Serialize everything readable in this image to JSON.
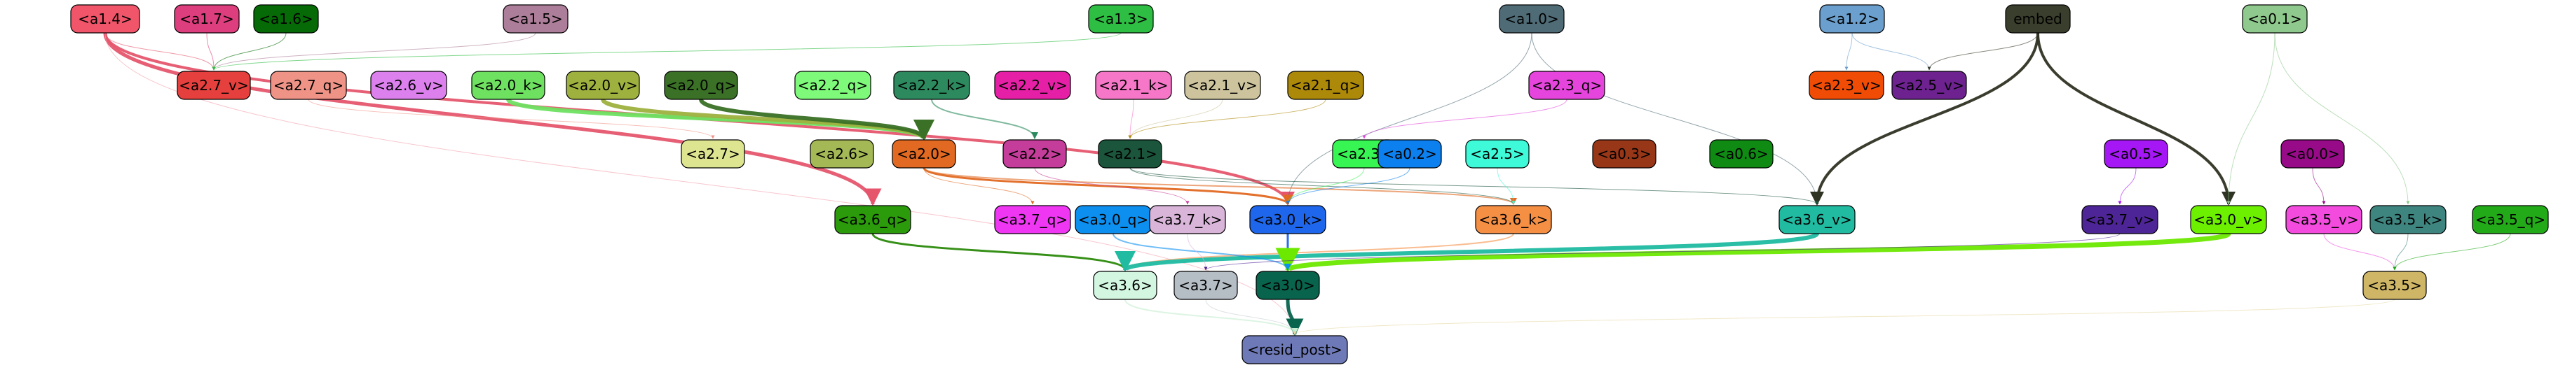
{
  "nodes": [
    {
      "id": "a1.4",
      "label": "<a1.4>",
      "fill": "#f0556a",
      "text": "#000000"
    },
    {
      "id": "a1.7",
      "label": "<a1.7>",
      "fill": "#dd3e7d",
      "text": "#000000"
    },
    {
      "id": "a1.6",
      "label": "<a1.6>",
      "fill": "#066a06",
      "text": "#000000"
    },
    {
      "id": "a1.5",
      "label": "<a1.5>",
      "fill": "#ad7e99",
      "text": "#000000"
    },
    {
      "id": "a1.3",
      "label": "<a1.3>",
      "fill": "#2ebe43",
      "text": "#000000"
    },
    {
      "id": "a1.0",
      "label": "<a1.0>",
      "fill": "#4f6b76",
      "text": "#000000"
    },
    {
      "id": "a1.2",
      "label": "<a1.2>",
      "fill": "#6b9fcd",
      "text": "#000000"
    },
    {
      "id": "embed",
      "label": "embed",
      "fill": "#3a3e2c",
      "text": "#000000"
    },
    {
      "id": "a0.1",
      "label": "<a0.1>",
      "fill": "#8fc98d",
      "text": "#000000"
    },
    {
      "id": "a2.7_v",
      "label": "<a2.7_v>",
      "fill": "#e5403d",
      "text": "#000000"
    },
    {
      "id": "a2.7_q",
      "label": "<a2.7_q>",
      "fill": "#f09387",
      "text": "#000000"
    },
    {
      "id": "a2.6_v",
      "label": "<a2.6_v>",
      "fill": "#dc80ee",
      "text": "#000000"
    },
    {
      "id": "a2.0_k",
      "label": "<a2.0_k>",
      "fill": "#6ee161",
      "text": "#000000"
    },
    {
      "id": "a2.0_v",
      "label": "<a2.0_v>",
      "fill": "#9eb13f",
      "text": "#000000"
    },
    {
      "id": "a2.0_q",
      "label": "<a2.0_q>",
      "fill": "#3a7126",
      "text": "#000000"
    },
    {
      "id": "a2.2_q",
      "label": "<a2.2_q>",
      "fill": "#7ef97a",
      "text": "#000000"
    },
    {
      "id": "a2.2_k",
      "label": "<a2.2_k>",
      "fill": "#2c8a5e",
      "text": "#000000"
    },
    {
      "id": "a2.2_v",
      "label": "<a2.2_v>",
      "fill": "#e520a6",
      "text": "#000000"
    },
    {
      "id": "a2.1_k",
      "label": "<a2.1_k>",
      "fill": "#f676c7",
      "text": "#000000"
    },
    {
      "id": "a2.1_v",
      "label": "<a2.1_v>",
      "fill": "#cdc49d",
      "text": "#000000"
    },
    {
      "id": "a2.1_q",
      "label": "<a2.1_q>",
      "fill": "#ad8909",
      "text": "#000000"
    },
    {
      "id": "a2.3_q",
      "label": "<a2.3_q>",
      "fill": "#e545dc",
      "text": "#000000"
    },
    {
      "id": "a2.3_v",
      "label": "<a2.3_v>",
      "fill": "#f14c05",
      "text": "#000000"
    },
    {
      "id": "a2.5_v",
      "label": "<a2.5_v>",
      "fill": "#6d2290",
      "text": "#000000"
    },
    {
      "id": "a2.7",
      "label": "<a2.7>",
      "fill": "#dee591",
      "text": "#000000"
    },
    {
      "id": "a2.6",
      "label": "<a2.6>",
      "fill": "#a4b955",
      "text": "#000000"
    },
    {
      "id": "a2.0",
      "label": "<a2.0>",
      "fill": "#e16922",
      "text": "#000000"
    },
    {
      "id": "a2.2",
      "label": "<a2.2>",
      "fill": "#c43d9a",
      "text": "#000000"
    },
    {
      "id": "a2.1",
      "label": "<a2.1>",
      "fill": "#1b553c",
      "text": "#000000"
    },
    {
      "id": "a2.3",
      "label": "<a2.3>",
      "fill": "#37f552",
      "text": "#000000"
    },
    {
      "id": "a0.2",
      "label": "<a0.2>",
      "fill": "#0c80ef",
      "text": "#000000"
    },
    {
      "id": "a2.5",
      "label": "<a2.5>",
      "fill": "#3efad9",
      "text": "#000000"
    },
    {
      "id": "a0.3",
      "label": "<a0.3>",
      "fill": "#983718",
      "text": "#000000"
    },
    {
      "id": "a0.6",
      "label": "<a0.6>",
      "fill": "#0f8b14",
      "text": "#000000"
    },
    {
      "id": "a0.5",
      "label": "<a0.5>",
      "fill": "#a617f6",
      "text": "#000000"
    },
    {
      "id": "a0.0",
      "label": "<a0.0>",
      "fill": "#980b88",
      "text": "#000000"
    },
    {
      "id": "a3.6_q",
      "label": "<a3.6_q>",
      "fill": "#2b9a0b",
      "text": "#000000"
    },
    {
      "id": "a3.7_q",
      "label": "<a3.7_q>",
      "fill": "#ee36f3",
      "text": "#000000"
    },
    {
      "id": "a3.0_q",
      "label": "<a3.0_q>",
      "fill": "#0d8ff0",
      "text": "#000000"
    },
    {
      "id": "a3.7_k",
      "label": "<a3.7_k>",
      "fill": "#d9b5d9",
      "text": "#000000"
    },
    {
      "id": "a3.0_k",
      "label": "<a3.0_k>",
      "fill": "#1e66ec",
      "text": "#000000"
    },
    {
      "id": "a3.6_k",
      "label": "<a3.6_k>",
      "fill": "#f58f44",
      "text": "#000000"
    },
    {
      "id": "a3.6_v",
      "label": "<a3.6_v>",
      "fill": "#20bba1",
      "text": "#000000"
    },
    {
      "id": "a3.7_v",
      "label": "<a3.7_v>",
      "fill": "#4e2597",
      "text": "#000000"
    },
    {
      "id": "a3.0_v",
      "label": "<a3.0_v>",
      "fill": "#6df000",
      "text": "#000000"
    },
    {
      "id": "a3.5_v",
      "label": "<a3.5_v>",
      "fill": "#f24bdd",
      "text": "#000000"
    },
    {
      "id": "a3.5_k",
      "label": "<a3.5_k>",
      "fill": "#3e8580",
      "text": "#000000"
    },
    {
      "id": "a3.5_q",
      "label": "<a3.5_q>",
      "fill": "#23aa19",
      "text": "#000000"
    },
    {
      "id": "a3.6",
      "label": "<a3.6>",
      "fill": "#d3f6e0",
      "text": "#000000"
    },
    {
      "id": "a3.7",
      "label": "<a3.7>",
      "fill": "#b5bdc5",
      "text": "#000000"
    },
    {
      "id": "a3.0",
      "label": "<a3.0>",
      "fill": "#08644d",
      "text": "#000000"
    },
    {
      "id": "a3.5",
      "label": "<a3.5>",
      "fill": "#cfb667",
      "text": "#000000"
    },
    {
      "id": "resid_post",
      "label": "<resid_post>",
      "fill": "#6e79b7",
      "text": "#000000"
    }
  ],
  "edges": [
    {
      "from": "a1.4",
      "to": "a3.6_q",
      "color": "#e5566d",
      "weight": 5
    },
    {
      "from": "a1.4",
      "to": "a3.0_k",
      "color": "#e5566d",
      "weight": 4
    },
    {
      "from": "a1.4",
      "to": "a2.7_v",
      "color": "#e5566d",
      "weight": 1
    },
    {
      "from": "a1.4",
      "to": "resid_post",
      "color": "#f3a0ad",
      "weight": 1
    },
    {
      "from": "a1.7",
      "to": "a2.7_v",
      "color": "#dd3e7d",
      "weight": 1
    },
    {
      "from": "a1.6",
      "to": "a2.7_v",
      "color": "#066a06",
      "weight": 1
    },
    {
      "from": "a1.5",
      "to": "a2.7_v",
      "color": "#ad7e99",
      "weight": 1
    },
    {
      "from": "a1.3",
      "to": "a2.7_v",
      "color": "#2ebe43",
      "weight": 1
    },
    {
      "from": "a1.0",
      "to": "a3.0_k",
      "color": "#4f6b76",
      "weight": 1
    },
    {
      "from": "a1.0",
      "to": "a3.6_v",
      "color": "#4f6b76",
      "weight": 1
    },
    {
      "from": "a1.2",
      "to": "a2.3_v",
      "color": "#6b9fcd",
      "weight": 1
    },
    {
      "from": "a1.2",
      "to": "a2.5_v",
      "color": "#6b9fcd",
      "weight": 1
    },
    {
      "from": "embed",
      "to": "a3.6_v",
      "color": "#2f3323",
      "weight": 4
    },
    {
      "from": "embed",
      "to": "a3.0_v",
      "color": "#2f3323",
      "weight": 4
    },
    {
      "from": "embed",
      "to": "a2.5_v",
      "color": "#3a3e2c",
      "weight": 1
    },
    {
      "from": "a0.1",
      "to": "a3.0_v",
      "color": "#8fc98d",
      "weight": 1
    },
    {
      "from": "a0.1",
      "to": "a3.5_k",
      "color": "#8fc98d",
      "weight": 1
    },
    {
      "from": "a2.0_k",
      "to": "a2.0",
      "color": "#6ee161",
      "weight": 6
    },
    {
      "from": "a2.0_v",
      "to": "a2.0",
      "color": "#9eb13f",
      "weight": 6
    },
    {
      "from": "a2.0_q",
      "to": "a2.0",
      "color": "#3a7126",
      "weight": 6
    },
    {
      "from": "a2.2_k",
      "to": "a2.2",
      "color": "#2c8a5e",
      "weight": 2
    },
    {
      "from": "a2.1_k",
      "to": "a2.1",
      "color": "#f676c7",
      "weight": 1
    },
    {
      "from": "a2.1_v",
      "to": "a2.1",
      "color": "#cdc49d",
      "weight": 1
    },
    {
      "from": "a2.1_q",
      "to": "a2.1",
      "color": "#ad8909",
      "weight": 1
    },
    {
      "from": "a2.3_q",
      "to": "a2.3",
      "color": "#e545dc",
      "weight": 1
    },
    {
      "from": "a2.7_q",
      "to": "a2.7",
      "color": "#f09387",
      "weight": 1
    },
    {
      "from": "a2.0",
      "to": "a3.0_k",
      "color": "#e16922",
      "weight": 3
    },
    {
      "from": "a2.0",
      "to": "a3.6_k",
      "color": "#e16922",
      "weight": 2
    },
    {
      "from": "a2.0",
      "to": "a3.7_q",
      "color": "#e16922",
      "weight": 1
    },
    {
      "from": "a2.1",
      "to": "a3.6_k",
      "color": "#1b553c",
      "weight": 1
    },
    {
      "from": "a2.1",
      "to": "a3.6_v",
      "color": "#1b553c",
      "weight": 1
    },
    {
      "from": "a2.2",
      "to": "a3.7_k",
      "color": "#c43d9a",
      "weight": 1
    },
    {
      "from": "a2.3",
      "to": "a3.0_k",
      "color": "#37f552",
      "weight": 1
    },
    {
      "from": "a0.2",
      "to": "a3.0_k",
      "color": "#0c80ef",
      "weight": 1
    },
    {
      "from": "a2.5",
      "to": "a3.6_k",
      "color": "#3efad9",
      "weight": 1
    },
    {
      "from": "a0.5",
      "to": "a3.7_v",
      "color": "#a617f6",
      "weight": 1
    },
    {
      "from": "a0.0",
      "to": "a3.5_v",
      "color": "#980b88",
      "weight": 1
    },
    {
      "from": "a3.6_q",
      "to": "a3.6",
      "color": "#2b8a0b",
      "weight": 3
    },
    {
      "from": "a3.0_k",
      "to": "a3.0",
      "color": "#1e66ec",
      "weight": 3
    },
    {
      "from": "a3.6_k",
      "to": "a3.6",
      "color": "#f58f44",
      "weight": 2
    },
    {
      "from": "a3.6_v",
      "to": "a3.6",
      "color": "#20bba1",
      "weight": 6
    },
    {
      "from": "a3.0_v",
      "to": "a3.0",
      "color": "#6de800",
      "weight": 7
    },
    {
      "from": "a3.0_q",
      "to": "a3.0",
      "color": "#0d8ff0",
      "weight": 2
    },
    {
      "from": "a3.7_k",
      "to": "a3.7",
      "color": "#d9b5d9",
      "weight": 1
    },
    {
      "from": "a3.7_v",
      "to": "a3.7",
      "color": "#4e2597",
      "weight": 1
    },
    {
      "from": "a3.5_v",
      "to": "a3.5",
      "color": "#f24bdd",
      "weight": 1
    },
    {
      "from": "a3.5_k",
      "to": "a3.5",
      "color": "#3e8580",
      "weight": 1
    },
    {
      "from": "a3.5_q",
      "to": "a3.5",
      "color": "#23aa19",
      "weight": 1
    },
    {
      "from": "a3.0",
      "to": "resid_post",
      "color": "#08644d",
      "weight": 5
    },
    {
      "from": "a3.6",
      "to": "resid_post",
      "color": "#c4eccf",
      "weight": 2
    },
    {
      "from": "a3.7",
      "to": "resid_post",
      "color": "#c8ced4",
      "weight": 1
    },
    {
      "from": "a3.5",
      "to": "resid_post",
      "color": "#e6d8a3",
      "weight": 1
    }
  ]
}
